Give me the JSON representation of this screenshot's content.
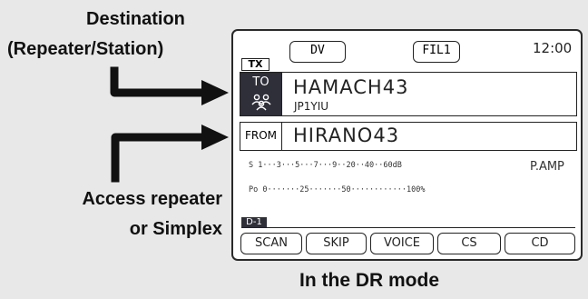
{
  "annotations": {
    "destination_line1": "Destination",
    "destination_line2": "(Repeater/Station)",
    "access_line1": "Access repeater",
    "access_line2": "or Simplex",
    "caption": "In the DR mode"
  },
  "display": {
    "mode": "DV",
    "filter": "FIL1",
    "tx_indicator": "TX",
    "clock": "12:00",
    "to_row": {
      "tag": "TO",
      "icon": "group-icon",
      "callsign": "HAMACH43",
      "sub": "JP1YIU"
    },
    "from_row": {
      "tag": "FROM",
      "callsign": "HIRANO43"
    },
    "s_meter": "S 1···3···5···7···9··20··40··60dB",
    "po_meter": "Po 0·······25·······50············100%",
    "preamp": "P.AMP",
    "memory_tag": "D-1",
    "soft_keys": [
      "SCAN",
      "SKIP",
      "VOICE",
      "CS",
      "CD"
    ]
  },
  "colors": {
    "background": "#e8e8e8",
    "lcd": "#ffffff",
    "dark_tag": "#2f2f3a"
  }
}
